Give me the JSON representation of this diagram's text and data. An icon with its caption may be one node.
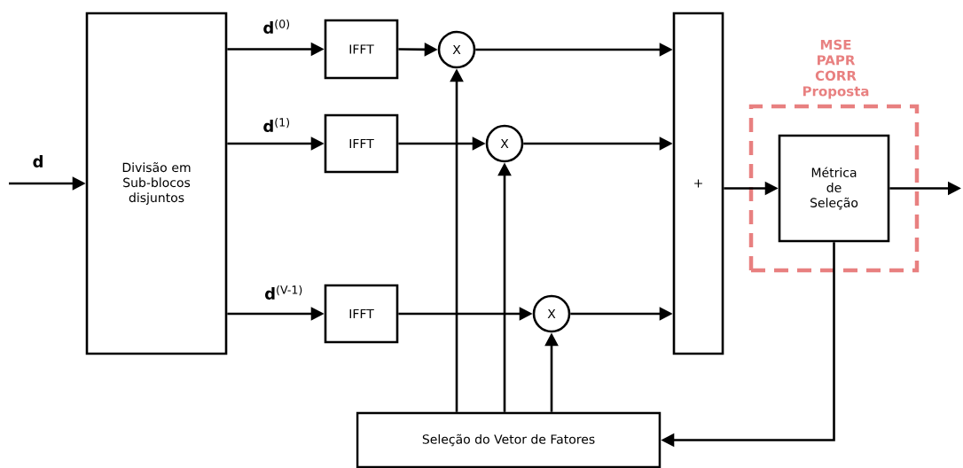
{
  "diagram": {
    "nodes": [
      {
        "text": [
          "Divisão em Sub-blocos disjuntos"
        ]
      },
      {
        "text": [
          "IFFT"
        ]
      },
      {
        "text": [
          "IFFT"
        ]
      },
      {
        "text": [
          "IFFT"
        ]
      },
      {
        "text": [
          "X"
        ]
      },
      {
        "text": [
          "X"
        ]
      },
      {
        "text": [
          "X"
        ]
      },
      {
        "text": [
          "+"
        ]
      },
      {
        "text": [
          "MSE PAPR CORR Proposta"
        ]
      },
      {
        "text": [
          "Métrica de Seleção"
        ],
        "in": 8
      },
      {
        "text": [
          "Seleção do Vetor de Fatores"
        ]
      }
    ],
    "edges": [
      {
        "from": null,
        "to": 0,
        "arrow": "to",
        "label": "d"
      },
      {
        "from": 0,
        "to": 1,
        "arrow": "to",
        "label": "**d**$^{(0)}$"
      },
      {
        "from": 0,
        "to": 2,
        "arrow": "to",
        "label": "**d**$^{(1)}$"
      },
      {
        "from": 0,
        "to": 3,
        "arrow": "to",
        "label": "**d**$^{(V-1)}$"
      },
      {
        "from": 1,
        "to": 4,
        "arrow": "to"
      },
      {
        "from": 2,
        "to": 5,
        "arrow": "to"
      },
      {
        "from": 3,
        "to": 6,
        "arrow": "to"
      },
      {
        "from": 4,
        "to": 7,
        "arrow": "to"
      },
      {
        "from": 5,
        "to": 7,
        "arrow": "to"
      },
      {
        "from": 6,
        "to": 7,
        "arrow": "to"
      },
      {
        "from": 10,
        "to": 4,
        "arrow": "to"
      },
      {
        "from": 10,
        "to": 5,
        "arrow": "to"
      },
      {
        "from": 10,
        "to": 6,
        "arrow": "to"
      },
      {
        "from": 7,
        "to": 9,
        "arrow": "to"
      },
      {
        "from": 9,
        "to": null,
        "arrow": "to"
      },
      {
        "from": 9,
        "to": 10,
        "arrow": "to"
      }
    ]
  }
}
